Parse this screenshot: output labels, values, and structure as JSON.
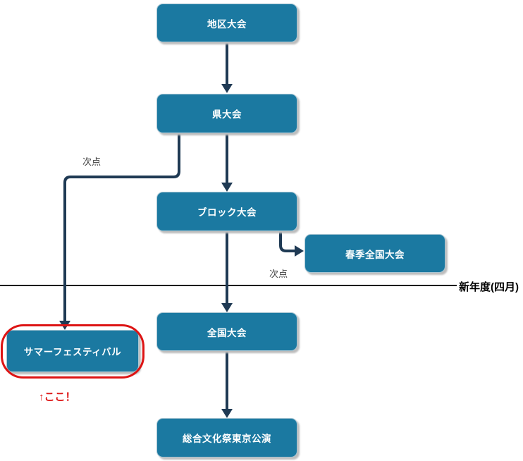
{
  "diagram": {
    "title_hint": "tournament-progression-flowchart",
    "nodes": {
      "district": {
        "label": "地区大会"
      },
      "prefecture": {
        "label": "県大会"
      },
      "block": {
        "label": "ブロック大会"
      },
      "spring_national": {
        "label": "春季全国大会"
      },
      "national": {
        "label": "全国大会"
      },
      "summer_festival": {
        "label": "サマーフェスティバル"
      },
      "tokyo_performance": {
        "label": "総合文化祭東京公演"
      }
    },
    "edge_labels": {
      "runner_up_left": "次点",
      "runner_up_right": "次点"
    },
    "timeline": {
      "label": "新年度(四月)"
    },
    "annotation": {
      "here_label": "↑ここ！"
    },
    "colors": {
      "node_fill": "#1b79a1",
      "node_text": "#ffffff",
      "arrow": "#1f3a54",
      "timeline_line": "#000000",
      "highlight_red": "#dd1414",
      "edge_label_text": "#3e3e3e",
      "shadow": "#bdbdbd"
    }
  }
}
